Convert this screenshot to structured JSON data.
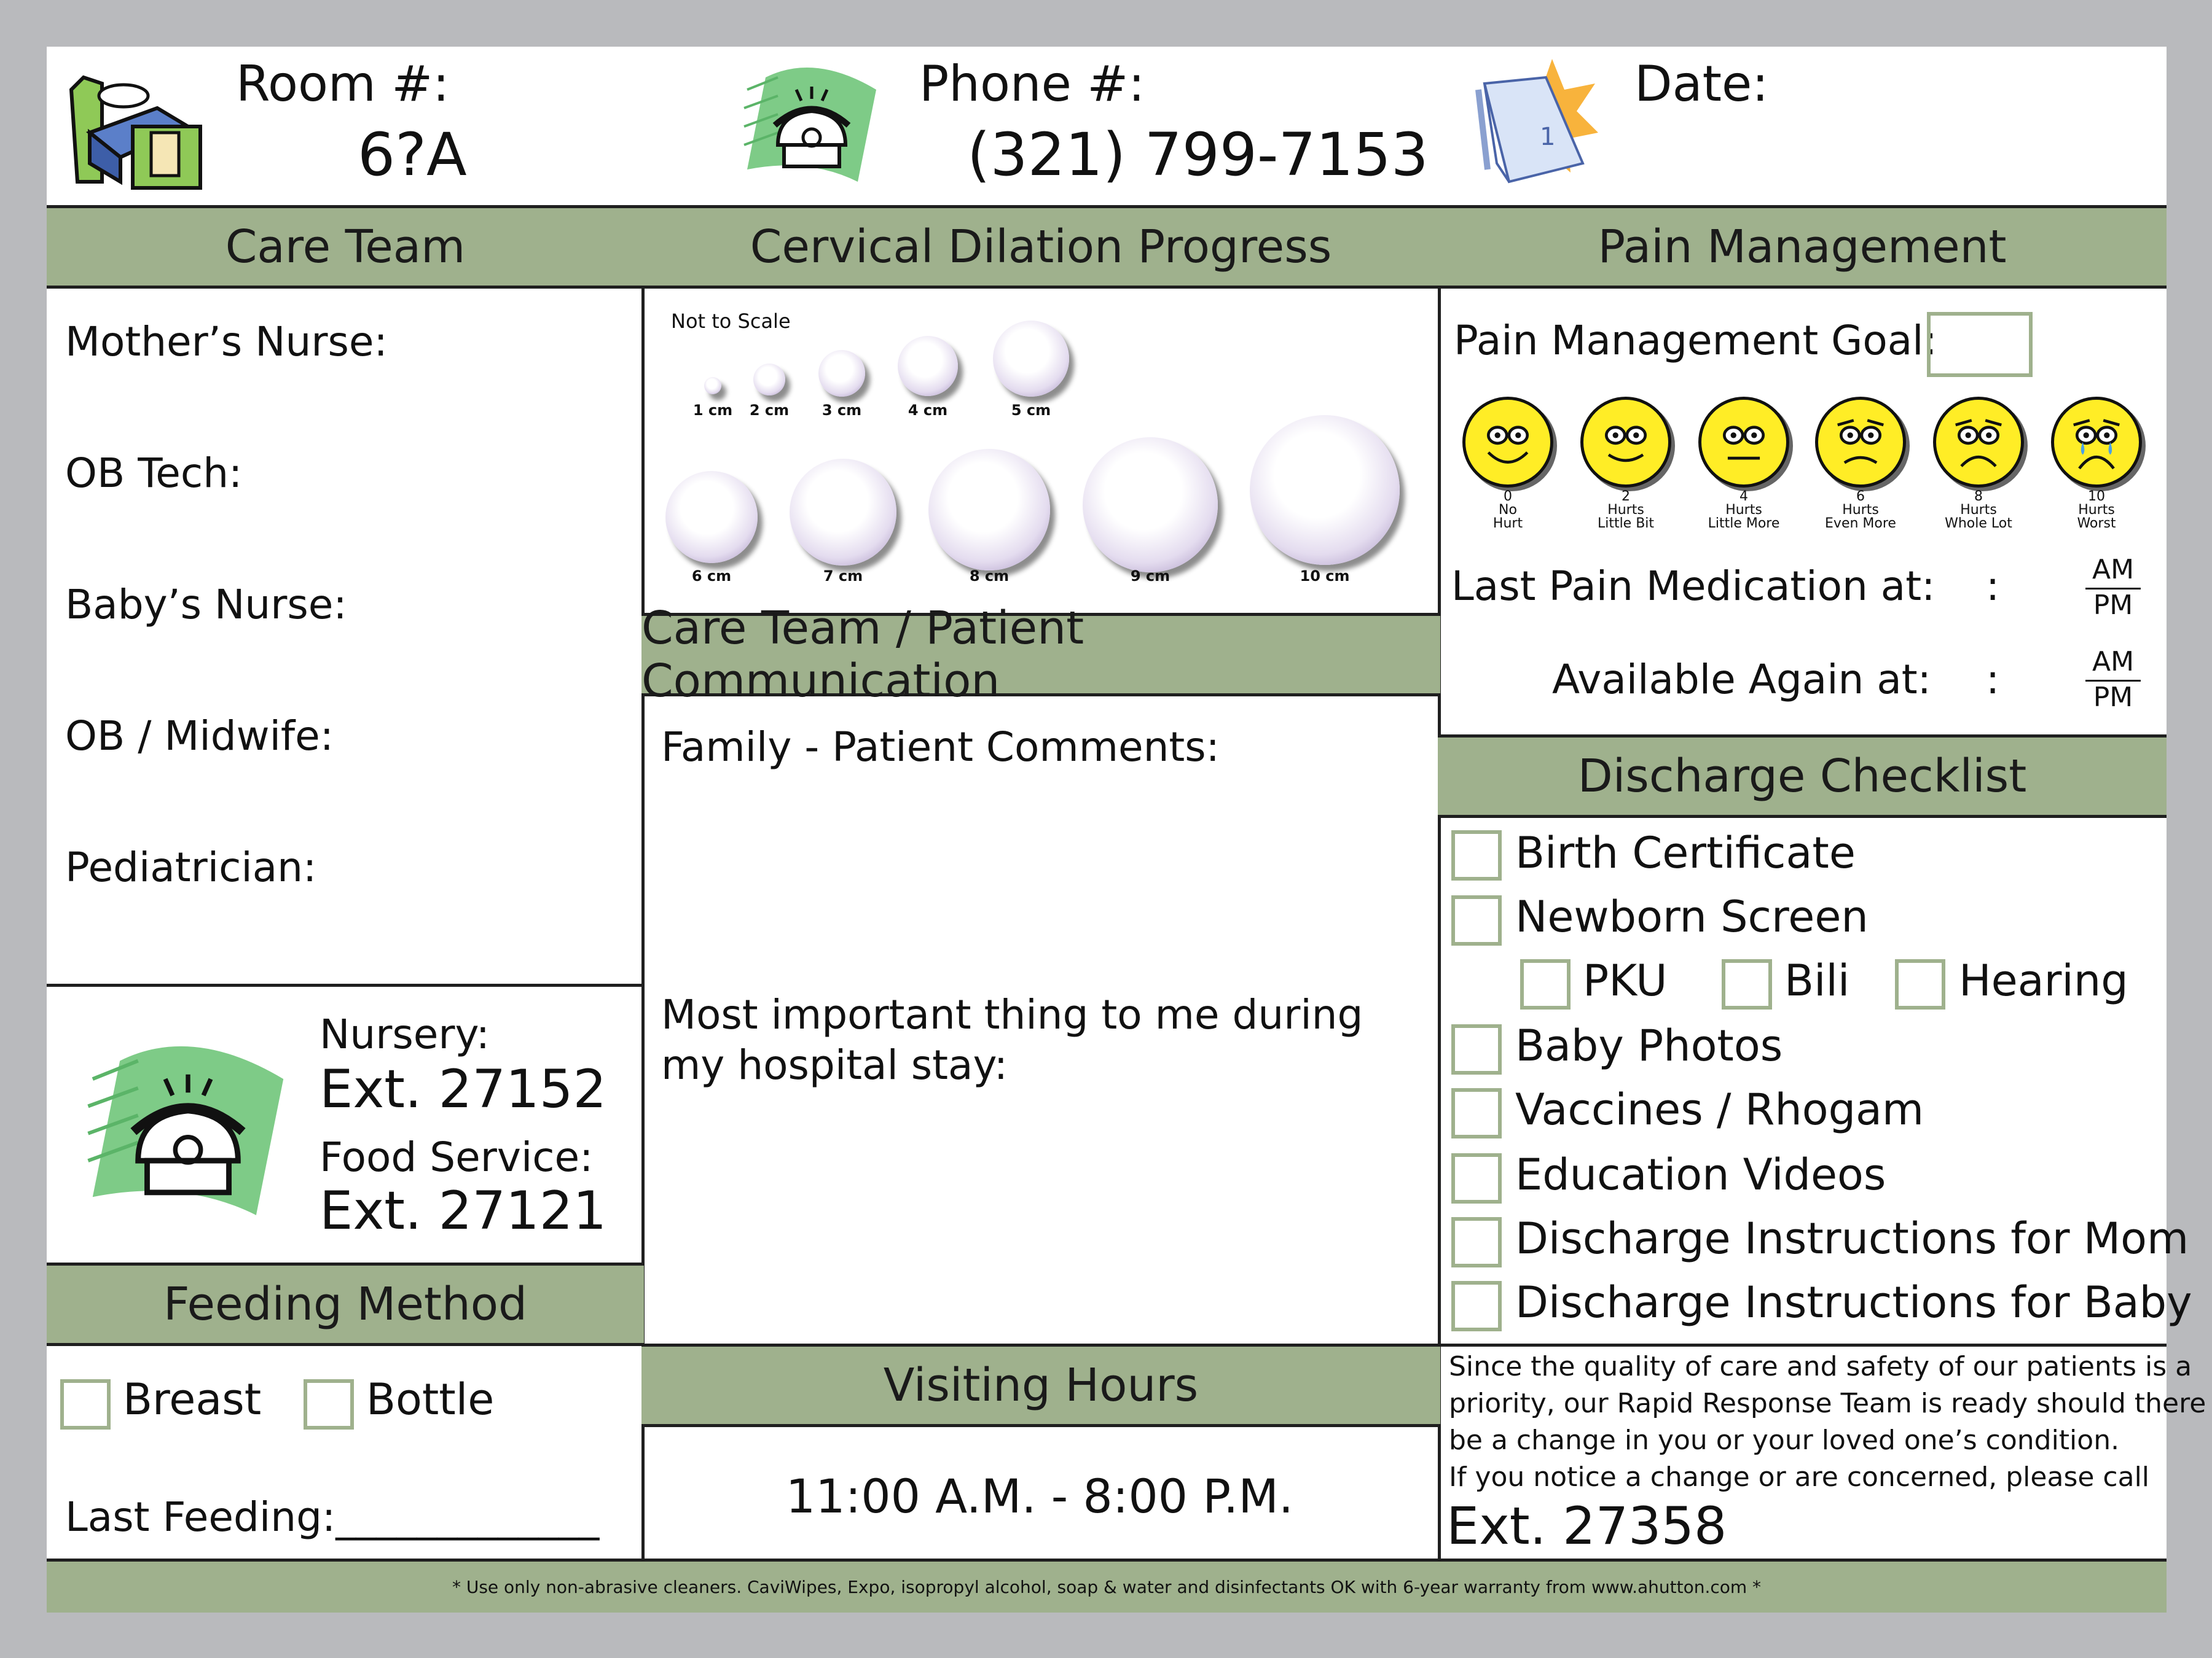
{
  "header": {
    "room_label": "Room #:",
    "room_value": "6?A",
    "phone_label": "Phone #:",
    "phone_value": "(321) 799-7153",
    "date_label": "Date:",
    "date_value": ""
  },
  "care_team": {
    "title": "Care Team",
    "fields": [
      "Mother’s Nurse:",
      "OB Tech:",
      "Baby’s Nurse:",
      "OB / Midwife:",
      "Pediatrician:"
    ]
  },
  "extensions": {
    "nursery_label": "Nursery:",
    "nursery_ext": "Ext. 27152",
    "food_label": "Food Service:",
    "food_ext": "Ext. 27121"
  },
  "feeding": {
    "title": "Feeding Method",
    "options": [
      "Breast",
      "Bottle"
    ],
    "last_feeding_label": "Last Feeding:_____________"
  },
  "dilation": {
    "title": "Cervical Dilation Progress",
    "note": "Not to Scale",
    "sizes": [
      "1 cm",
      "2 cm",
      "3 cm",
      "4 cm",
      "5 cm",
      "6 cm",
      "7 cm",
      "8 cm",
      "9 cm",
      "10 cm"
    ]
  },
  "communication": {
    "title": "Care Team / Patient Communication",
    "comments_label": "Family - Patient Comments:",
    "important_line1": "Most important thing to me during",
    "important_line2": "my hospital stay:"
  },
  "visiting": {
    "title": "Visiting Hours",
    "hours": "11:00 A.M. - 8:00 P.M."
  },
  "pain": {
    "title": "Pain Management",
    "goal_label": "Pain Management Goal:",
    "faces": [
      {
        "num": "0",
        "text1": "No",
        "text2": "Hurt",
        "mood": 0
      },
      {
        "num": "2",
        "text1": "Hurts",
        "text2": "Little Bit",
        "mood": 1
      },
      {
        "num": "4",
        "text1": "Hurts",
        "text2": "Little More",
        "mood": 2
      },
      {
        "num": "6",
        "text1": "Hurts",
        "text2": "Even More",
        "mood": 3
      },
      {
        "num": "8",
        "text1": "Hurts",
        "text2": "Whole Lot",
        "mood": 4
      },
      {
        "num": "10",
        "text1": "Hurts",
        "text2": "Worst",
        "mood": 5
      }
    ],
    "last_med_label": "Last Pain Medication at:",
    "available_label": "Available Again at:",
    "colon": ":",
    "am": "AM",
    "pm": "PM"
  },
  "discharge": {
    "title": "Discharge Checklist",
    "birth_certificate": "Birth Certificate",
    "newborn_screen": "Newborn Screen",
    "sub_items": [
      "PKU",
      "Bili",
      "Hearing"
    ],
    "more_items": [
      "Baby Photos",
      "Vaccines / Rhogam",
      "Education Videos",
      "Discharge Instructions for Mom",
      "Discharge Instructions for Baby"
    ]
  },
  "rapid_response": {
    "line1": "Since the quality of care and safety of our patients is a",
    "line2": "priority, our Rapid Response Team is ready should there",
    "line3": "be a change in you or your loved one’s condition.",
    "line4": "If you notice a change or are concerned,  please call",
    "ext": "Ext. 27358"
  },
  "footer": {
    "note": "* Use only non-abrasive cleaners. CaviWipes, Expo, isopropyl alcohol, soap & water and disinfectants OK with 6-year warranty from www.ahutton.com *"
  },
  "colors": {
    "section_green": "#9fb18d",
    "border": "#1f1f1f",
    "frame_gray": "#b9babd",
    "face_yellow": "#ffed26"
  }
}
